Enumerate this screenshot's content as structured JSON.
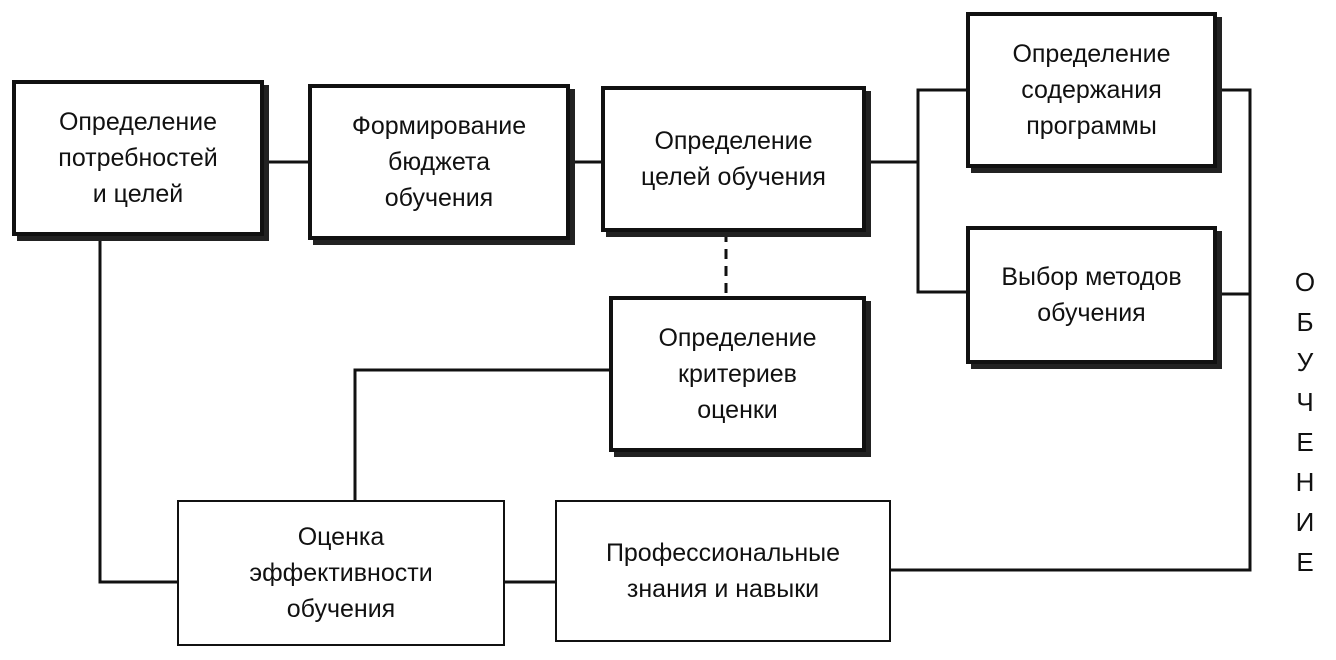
{
  "boxes": {
    "needs_goals": [
      "Определение",
      "потребностей",
      "и целей"
    ],
    "budget": [
      "Формирование",
      "бюджета",
      "обучения"
    ],
    "learning_goals": [
      "Определение",
      "целей обучения"
    ],
    "program_content": [
      "Определение",
      "содержания",
      "программы"
    ],
    "methods": [
      "Выбор методов",
      "обучения"
    ],
    "criteria": [
      "Определение",
      "критериев",
      "оценки"
    ],
    "effectiveness": [
      "Оценка",
      "эффективности",
      "обучения"
    ],
    "skills": [
      "Профессиональные",
      "знания и навыки"
    ]
  },
  "vertical_label": [
    "О",
    "Б",
    "У",
    "Ч",
    "Е",
    "Н",
    "И",
    "Е"
  ]
}
